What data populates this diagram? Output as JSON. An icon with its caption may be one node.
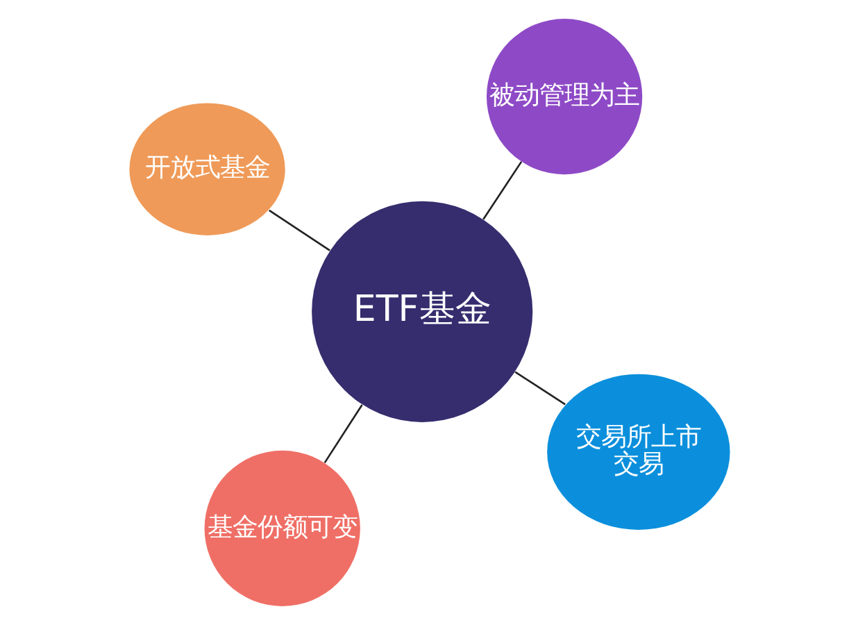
{
  "diagram": {
    "nodes": [
      {
        "text": [
          "ETF基金"
        ]
      },
      {
        "text": [
          "交易所上市交易"
        ]
      },
      {
        "text": [
          "基金份额可变"
        ]
      },
      {
        "text": [
          "开放式基金"
        ]
      },
      {
        "text": [
          "被动管理为主"
        ]
      }
    ],
    "edges": [
      {
        "from": 0,
        "to": 1,
        "arrow": "none"
      },
      {
        "from": 0,
        "to": 2,
        "arrow": "none"
      },
      {
        "from": 0,
        "to": 3,
        "arrow": "none"
      },
      {
        "from": 0,
        "to": 4,
        "arrow": "none"
      }
    ]
  }
}
